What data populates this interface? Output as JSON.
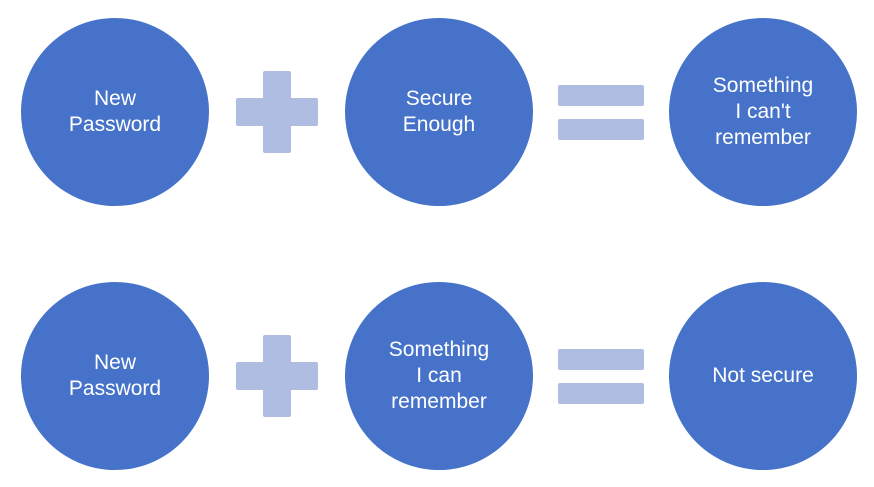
{
  "diagram": {
    "description": "Password security equations diagram",
    "colors": {
      "circle": "#4673C9",
      "operator": "#AFBDE3",
      "text": "#FFFFFF",
      "background": "#FFFFFF"
    },
    "icons": {
      "plus": "plus-icon",
      "equals": "equals-icon"
    },
    "rows": [
      {
        "operand1": "New\nPassword",
        "operator1": "plus",
        "operand2": "Secure\nEnough",
        "operator2": "equals",
        "result": "Something\nI can't\nremember"
      },
      {
        "operand1": "New\nPassword",
        "operator1": "plus",
        "operand2": "Something\nI can\nremember",
        "operator2": "equals",
        "result": "Not secure"
      }
    ]
  }
}
